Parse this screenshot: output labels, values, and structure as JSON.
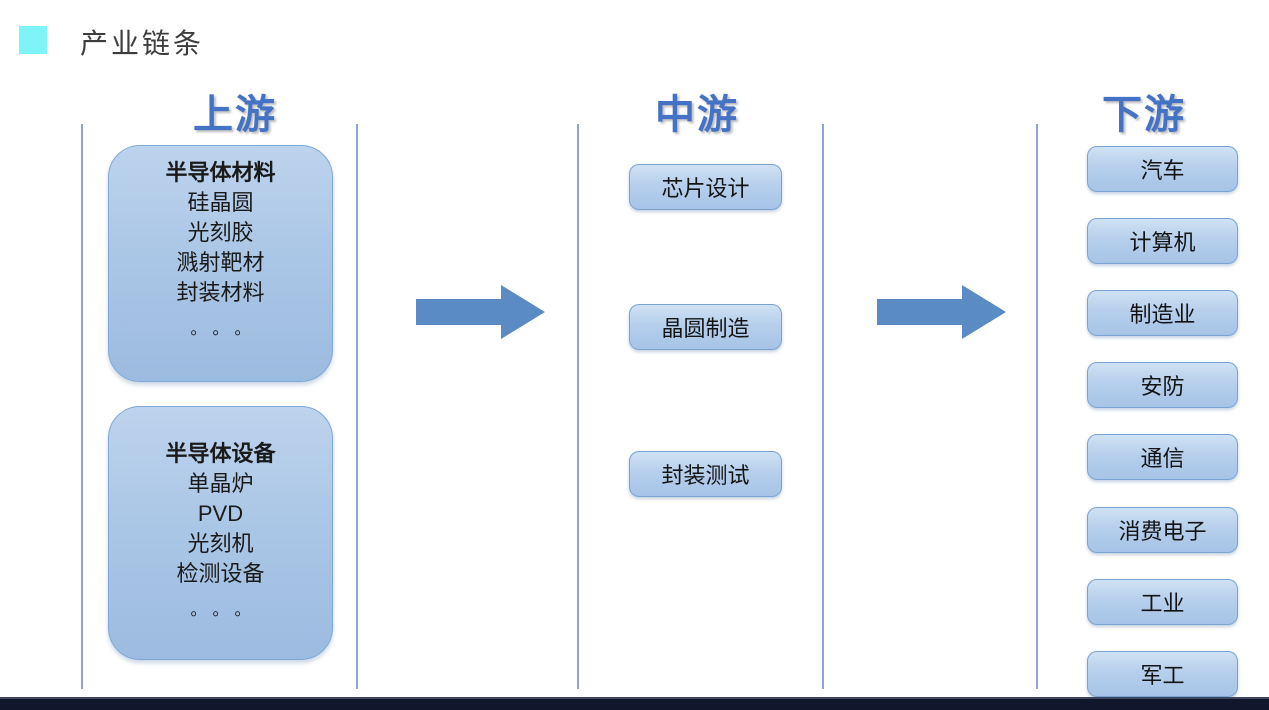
{
  "page": {
    "title": "产业链条"
  },
  "columns": {
    "upstream_header": "上游",
    "midstream_header": "中游",
    "downstream_header": "下游"
  },
  "upstream": {
    "boxes": [
      {
        "title": "半导体材料",
        "items": [
          "硅晶圆",
          "光刻胶",
          "溅射靶材",
          "封装材料"
        ],
        "ellipsis": "。。。"
      },
      {
        "title": "半导体设备",
        "items": [
          "单晶炉",
          "PVD",
          "光刻机",
          "检测设备"
        ],
        "ellipsis": "。。。"
      }
    ]
  },
  "midstream": {
    "stages": [
      "芯片设计",
      "晶圆制造",
      "封装测试"
    ]
  },
  "downstream": {
    "applications": [
      "汽车",
      "计算机",
      "制造业",
      "安防",
      "通信",
      "消费电子",
      "工业",
      "军工"
    ]
  },
  "colors": {
    "header_blue": "#4472C4",
    "title_marker_cyan": "#7EF3F8",
    "divider_line": "#8FA5D6",
    "box_fill_top": "#D0E1F4",
    "box_fill_bottom": "#A6C4E7",
    "box_border": "#79A3D2",
    "big_box_fill_top": "#BDD3ED",
    "big_box_fill_bottom": "#9CBBE0",
    "arrow_fill": "#5B8BC5",
    "bottom_bar": "#10162B"
  }
}
